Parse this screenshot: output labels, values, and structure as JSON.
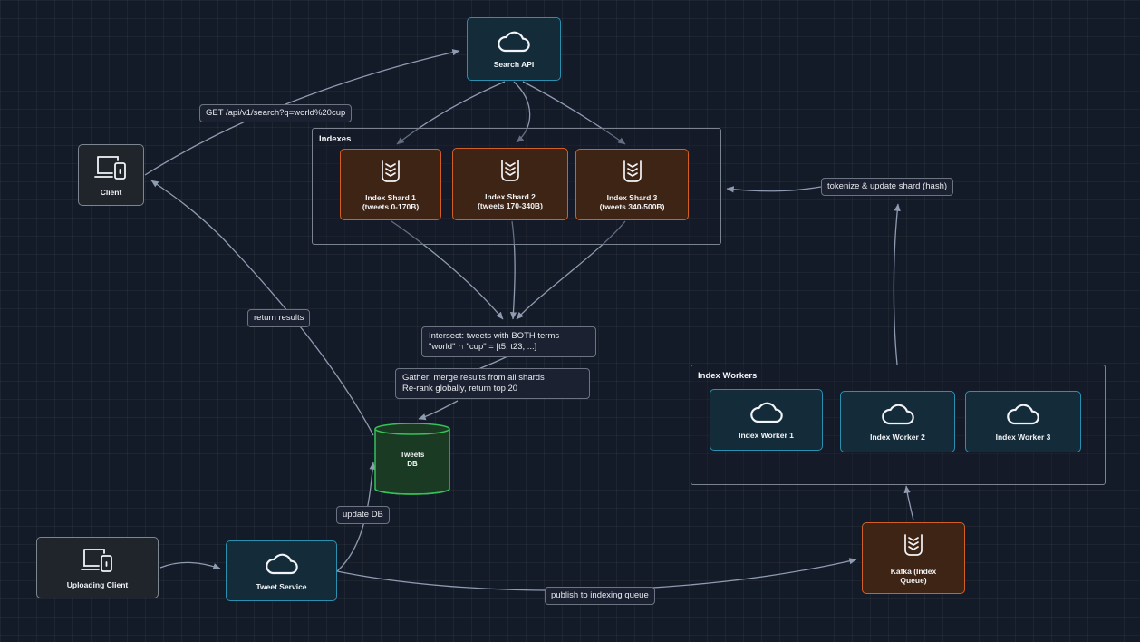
{
  "nodes": {
    "search_api": {
      "label": "Search API",
      "icon": "cloud-icon"
    },
    "client": {
      "label": "Client",
      "icon": "devices-icon"
    },
    "uploading_client": {
      "label": "Uploading Client",
      "icon": "devices-icon"
    },
    "tweet_service": {
      "label": "Tweet Service",
      "icon": "cloud-icon"
    },
    "tweets_db": {
      "label_line1": "Tweets",
      "label_line2": "DB",
      "icon": "database-icon"
    },
    "shard1": {
      "label": "Index Shard 1\n(tweets 0-170B)",
      "icon": "stack-icon"
    },
    "shard2": {
      "label": "Index Shard 2\n(tweets 170-340B)",
      "icon": "stack-icon"
    },
    "shard3": {
      "label": "Index Shard 3\n(tweets 340-500B)",
      "icon": "stack-icon"
    },
    "worker1": {
      "label": "Index Worker 1",
      "icon": "cloud-icon"
    },
    "worker2": {
      "label": "Index Worker 2",
      "icon": "cloud-icon"
    },
    "worker3": {
      "label": "Index Worker 3",
      "icon": "cloud-icon"
    },
    "kafka": {
      "label": "Kafka (Index\nQueue)",
      "icon": "stack-icon"
    }
  },
  "groups": {
    "indexes": "Indexes",
    "index_workers": "Index Workers"
  },
  "edge_labels": {
    "get_search": "GET /api/v1/search?q=world%20cup",
    "return_results": "return results",
    "intersect_line1": "Intersect: tweets with BOTH terms",
    "intersect_line2": "\"world\" ∩ \"cup\" = [t5, t23, ...]",
    "gather_line1": "Gather: merge results from all shards",
    "gather_line2": "Re-rank globally, return top 20",
    "tokenize": "tokenize & update shard (hash)",
    "update_db": "update DB",
    "publish": "publish to indexing queue"
  },
  "colors": {
    "background": "#141b28",
    "edge": "#8f9bb0",
    "blue_border": "#2b8fb0",
    "orange_border": "#d35f26",
    "db_border": "#35c257"
  }
}
